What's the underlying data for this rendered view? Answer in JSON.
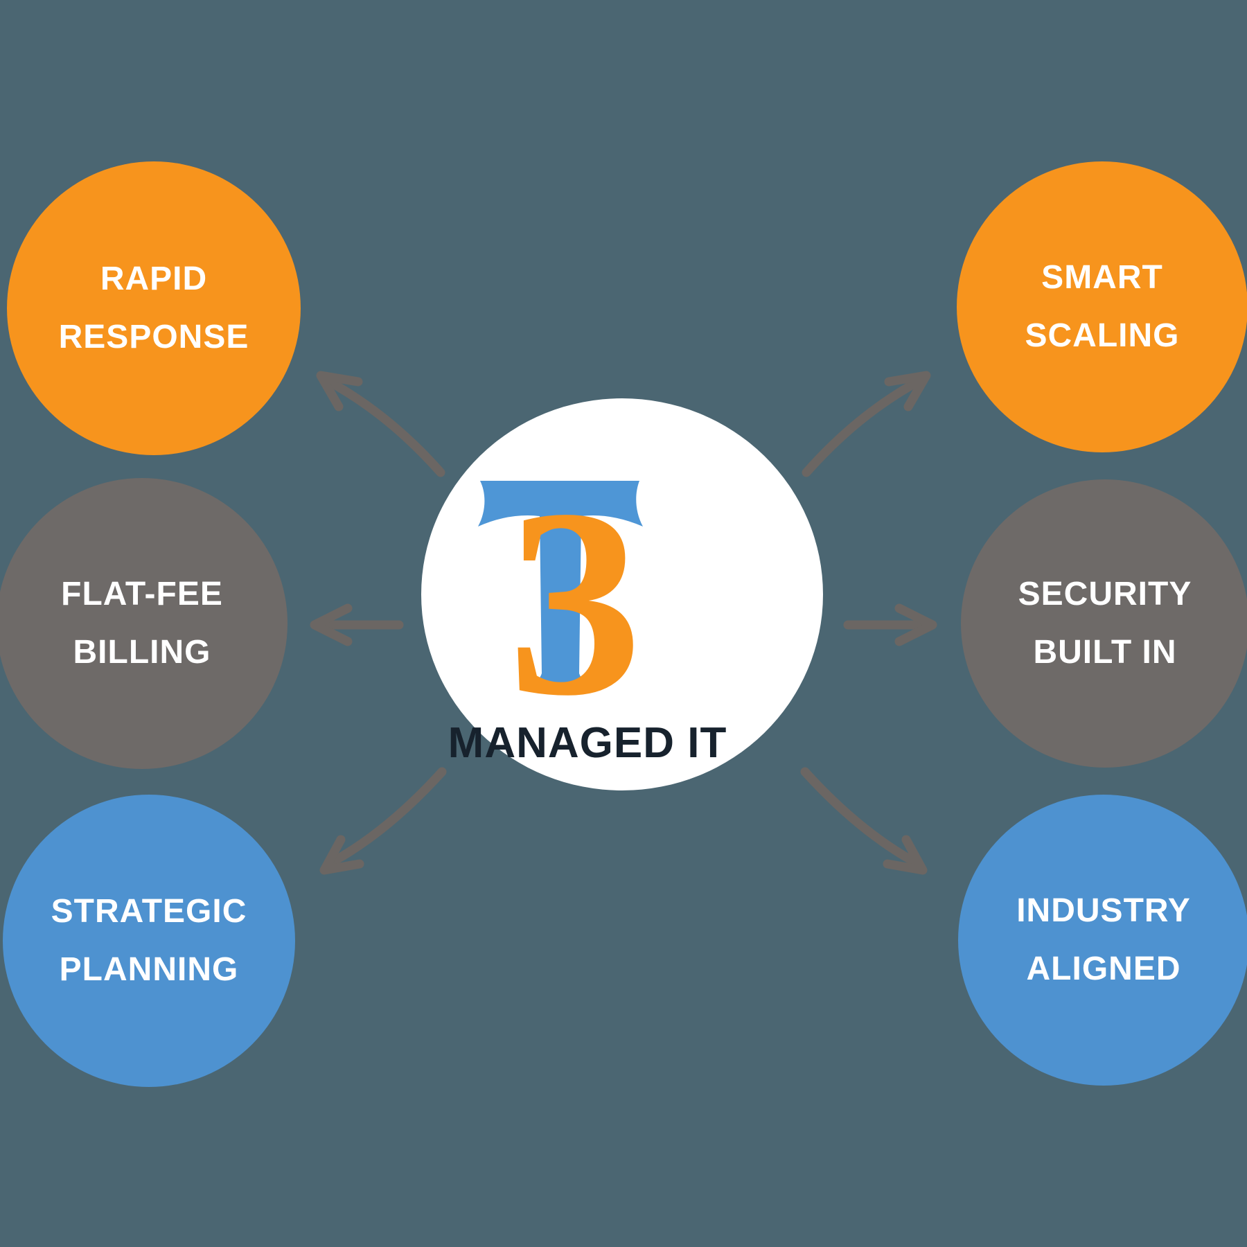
{
  "background_color": "#4B6672",
  "center": {
    "circle_color": "#FFFFFF",
    "logo": {
      "monogram": "T3",
      "letter_t": "T",
      "letter_three": "3",
      "t_color": "#4E96D6",
      "three_color": "#F7941D"
    },
    "label": "MANAGED IT",
    "label_color": "#17222D"
  },
  "nodes": [
    {
      "id": "rapid-response",
      "position": "top-left",
      "color": "#F7941D",
      "label_lines": [
        "RAPID",
        "RESPONSE"
      ]
    },
    {
      "id": "flat-fee-billing",
      "position": "middle-left",
      "color": "#6E6A68",
      "label_lines": [
        "FLAT-FEE",
        "BILLING"
      ]
    },
    {
      "id": "strategic-planning",
      "position": "bottom-left",
      "color": "#4E92D0",
      "label_lines": [
        "STRATEGIC",
        "PLANNING"
      ]
    },
    {
      "id": "smart-scaling",
      "position": "top-right",
      "color": "#F7941D",
      "label_lines": [
        "SMART",
        "SCALING"
      ]
    },
    {
      "id": "security-built-in",
      "position": "middle-right",
      "color": "#6E6A68",
      "label_lines": [
        "SECURITY",
        "BUILT IN"
      ]
    },
    {
      "id": "industry-aligned",
      "position": "bottom-right",
      "color": "#4E92D0",
      "label_lines": [
        "INDUSTRY",
        "ALIGNED"
      ]
    }
  ],
  "arrows": {
    "color": "#6B6663",
    "directions": [
      "top-left",
      "middle-left",
      "bottom-left",
      "top-right",
      "middle-right",
      "bottom-right"
    ]
  },
  "text_color_on_nodes": "#FFFFFF"
}
